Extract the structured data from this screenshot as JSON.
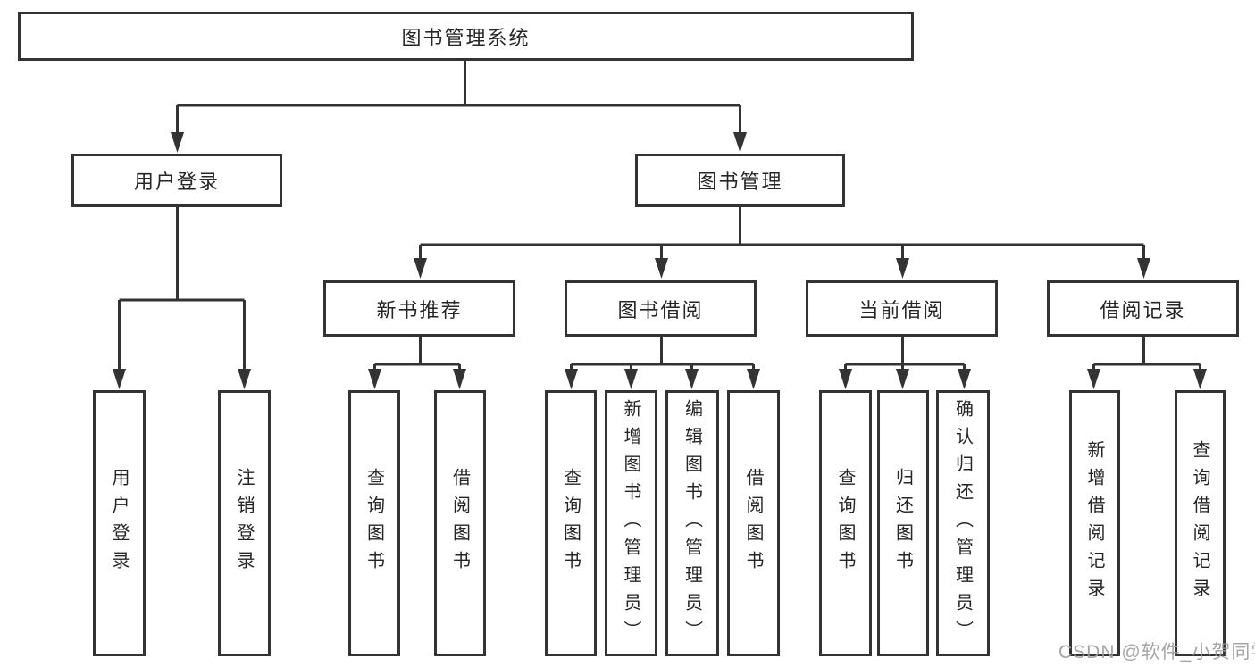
{
  "colors": {
    "line": "#333333",
    "box_border": "#333333",
    "text": "#262626",
    "background": "#ffffff",
    "watermark": "#9c9c9c"
  },
  "watermark": {
    "text": "CSDN @软件_小贺同学"
  },
  "tree": {
    "root": {
      "label": "图书管理系统"
    },
    "children": [
      {
        "label": "用户登录",
        "children": [
          {
            "label": "用户登录"
          },
          {
            "label": "注销登录"
          }
        ]
      },
      {
        "label": "图书管理",
        "children": [
          {
            "label": "新书推荐",
            "children": [
              {
                "label": "查询图书"
              },
              {
                "label": "借阅图书"
              }
            ]
          },
          {
            "label": "图书借阅",
            "children": [
              {
                "label": "查询图书"
              },
              {
                "label": "新增图书（管理员）"
              },
              {
                "label": "编辑图书（管理员）"
              },
              {
                "label": "借阅图书"
              }
            ]
          },
          {
            "label": "当前借阅",
            "children": [
              {
                "label": "查询图书"
              },
              {
                "label": "归还图书"
              },
              {
                "label": "确认归还（管理员）"
              }
            ]
          },
          {
            "label": "借阅记录",
            "children": [
              {
                "label": "新增借阅记录"
              },
              {
                "label": "查询借阅记录"
              }
            ]
          }
        ]
      }
    ]
  }
}
